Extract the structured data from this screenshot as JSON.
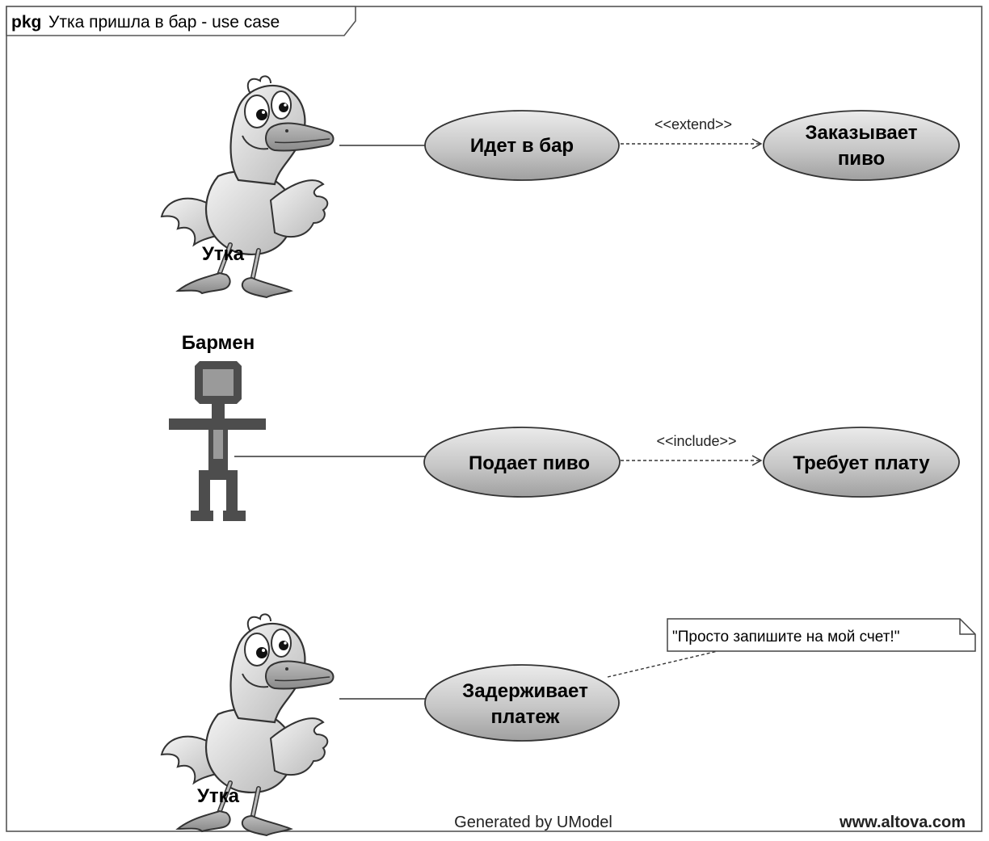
{
  "frame": {
    "keyword": "pkg",
    "title": "Утка пришла в бар - use case"
  },
  "actors": [
    {
      "label": "Утка",
      "kind": "duck-illustration"
    },
    {
      "label": "Бармен",
      "kind": "stick-figure"
    },
    {
      "label": "Утка",
      "kind": "duck-illustration"
    }
  ],
  "use_cases": [
    {
      "lines": [
        "Идет в бар"
      ]
    },
    {
      "lines": [
        "Заказывает",
        "пиво"
      ]
    },
    {
      "lines": [
        "Подает пиво"
      ]
    },
    {
      "lines": [
        "Требует плату"
      ]
    },
    {
      "lines": [
        "Задерживает",
        "платеж"
      ]
    }
  ],
  "relationships": [
    {
      "type": "association",
      "from": "Утка",
      "to": "Идет в бар"
    },
    {
      "type": "extend",
      "stereotype": "<<extend>>",
      "from": "Идет в бар",
      "to": "Заказывает пиво"
    },
    {
      "type": "association",
      "from": "Бармен",
      "to": "Подает пиво"
    },
    {
      "type": "include",
      "stereotype": "<<include>>",
      "from": "Подает пиво",
      "to": "Требует плату"
    },
    {
      "type": "association",
      "from": "Утка",
      "to": "Задерживает платеж"
    },
    {
      "type": "note-anchor",
      "from": "Задерживает платеж",
      "to": "note"
    }
  ],
  "note": {
    "text": "\"Просто запишите на мой счет!\""
  },
  "footer": {
    "generated": "Generated by UModel",
    "website": "www.altova.com"
  },
  "colors": {
    "ellipse_fill_top": "#e6e6e6",
    "ellipse_fill_bottom": "#a9a9a9",
    "barman_body": "#4d4d4d",
    "barman_head_fill": "#9a9a9a",
    "line": "#333333"
  }
}
